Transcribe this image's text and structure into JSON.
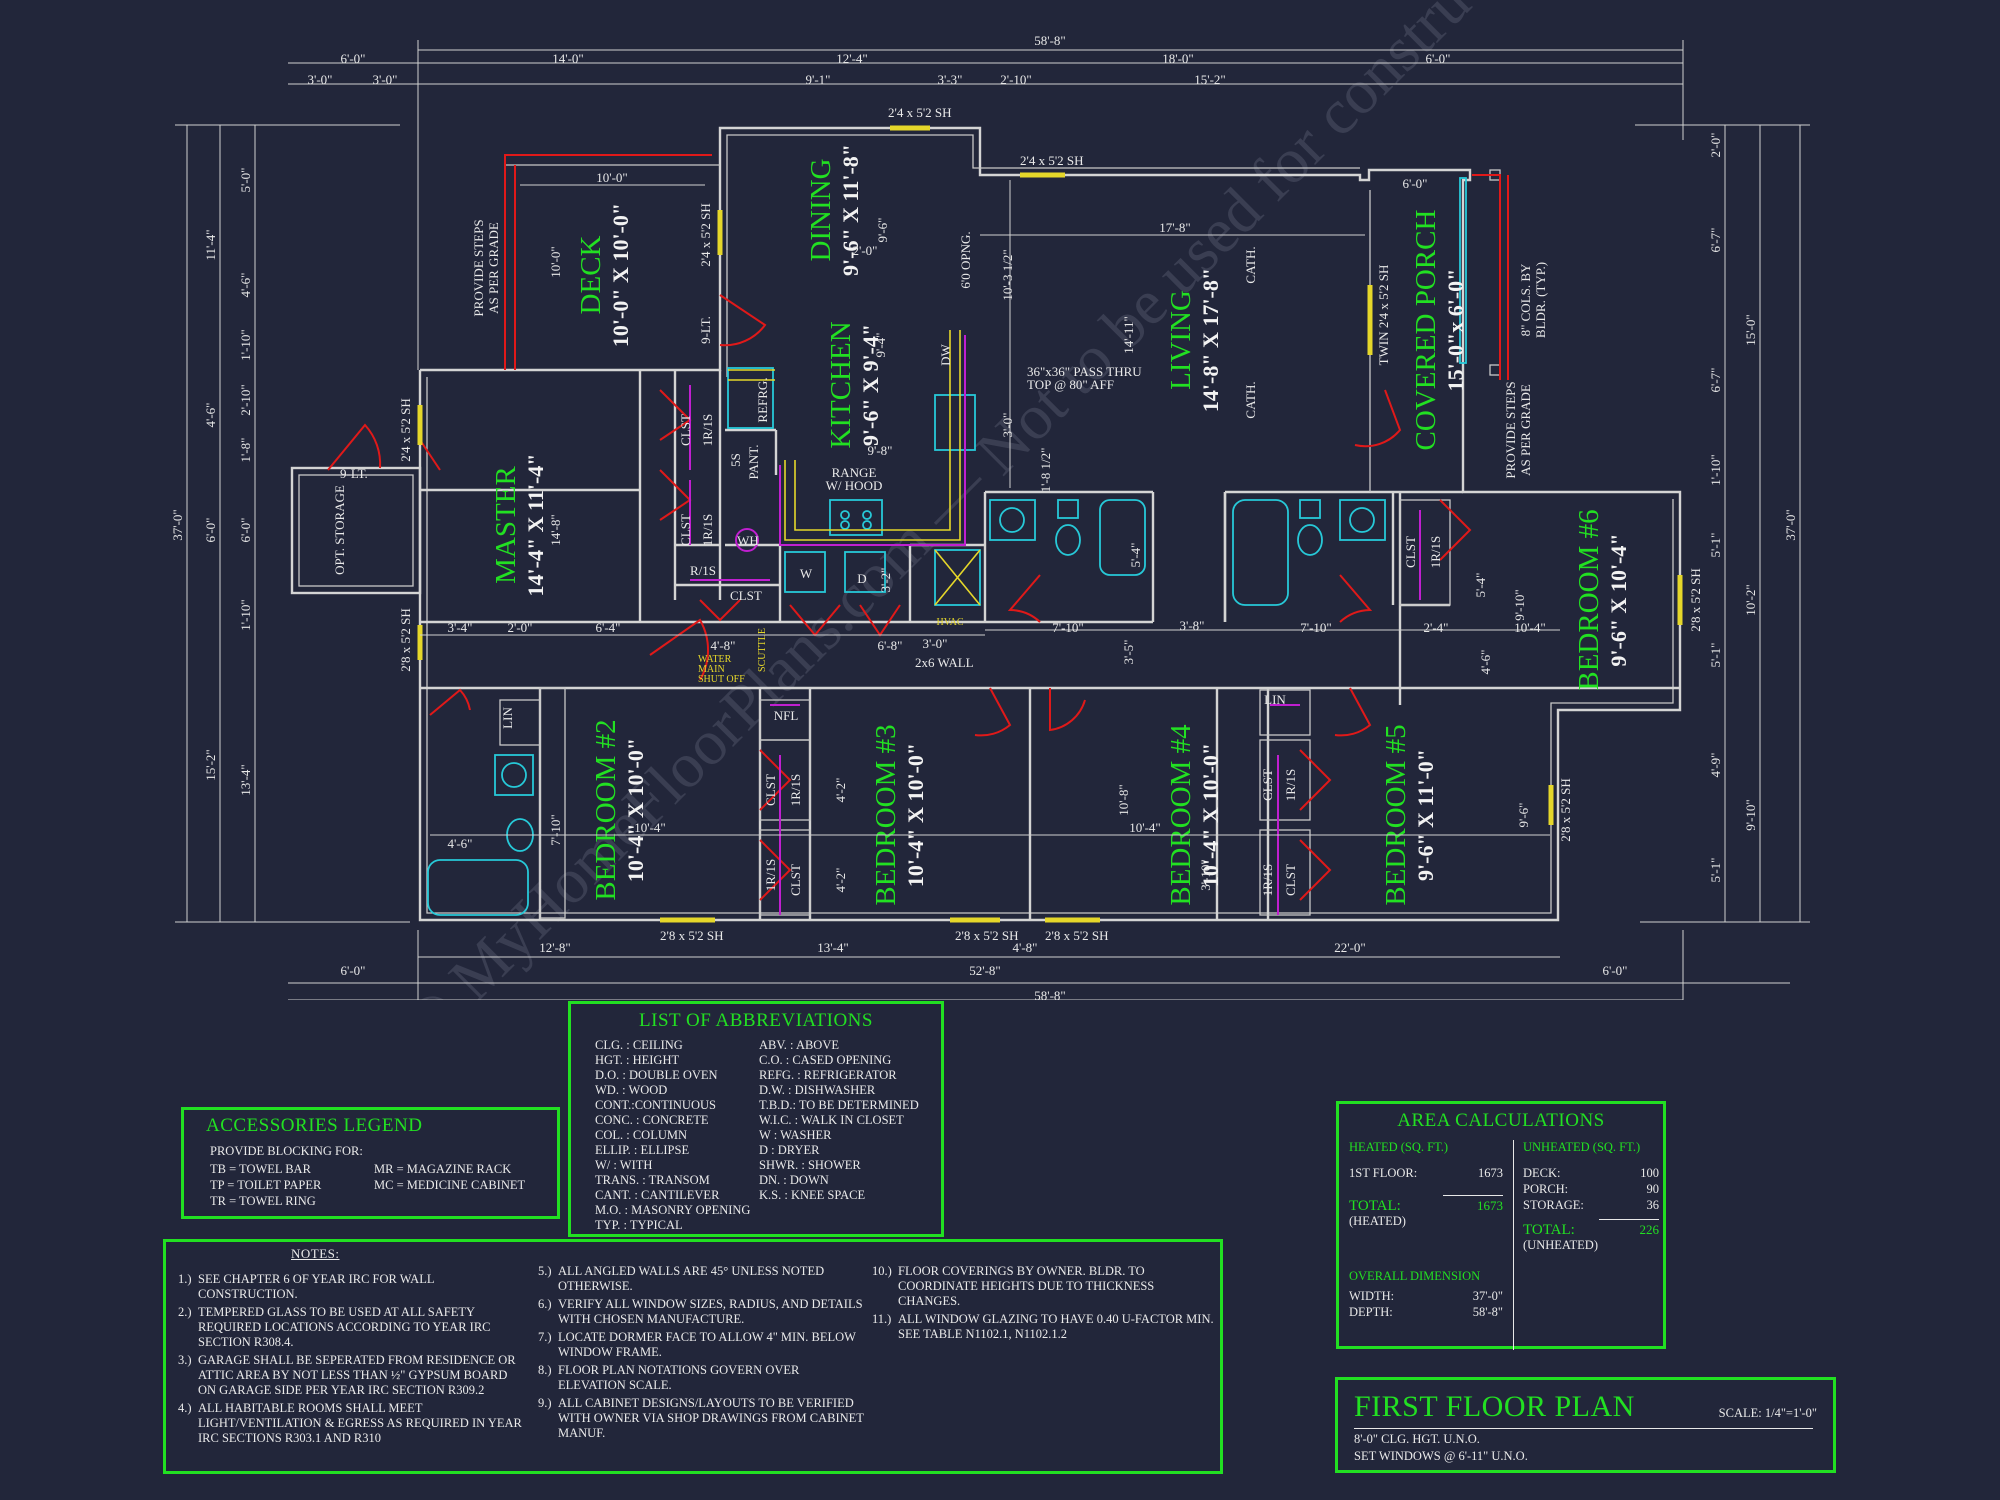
{
  "plan": {
    "rooms": {
      "deck": {
        "name": "DECK",
        "size": "10'-0\" X 10'-0\""
      },
      "dining": {
        "name": "DINING",
        "size": "9'-6\" X 11'-8\""
      },
      "kitchen": {
        "name": "KITCHEN",
        "size": "9'-6\" X 9'-4\""
      },
      "living": {
        "name": "LIVING",
        "size": "14'-8\" X 17'-8\""
      },
      "porch": {
        "name": "COVERED PORCH",
        "size": "15'-0\"x 6'-0\""
      },
      "master": {
        "name": "MASTER",
        "size": "14'-4\" X 11'-4\""
      },
      "bedroom2": {
        "name": "BEDROOM #2",
        "size": "10'-4\" X 10'-0\""
      },
      "bedroom3": {
        "name": "BEDROOM #3",
        "size": "10'-4\" X 10'-0\""
      },
      "bedroom4": {
        "name": "BEDROOM #4",
        "size": "10'-4\" X 10'-0\""
      },
      "bedroom5": {
        "name": "BEDROOM #5",
        "size": "9'-6\" X 11'-0\""
      },
      "bedroom6": {
        "name": "BEDROOM #6",
        "size": "9'-6\" X 10'-4\""
      }
    },
    "labels": {
      "opt_storage": "OPT. STORAGE",
      "steps_left_1": "PROVIDE STEPS",
      "steps_left_2": "AS PER GRADE",
      "steps_right_1": "PROVIDE STEPS",
      "steps_right_2": "AS PER GRADE",
      "cols_1": "8\" COLS. BY",
      "cols_2": "BLDR. (TYP.)",
      "pass_thru_1": "36\"x36\" PASS THRU",
      "pass_thru_2": "TOP @ 80\" AFF",
      "range_1": "RANGE",
      "range_2": "W/ HOOD",
      "refrg": "REFRG.",
      "pant": "PANT.",
      "ss": "5S",
      "dw": "DW",
      "wh": "WH",
      "w": "W",
      "d": "D",
      "hvac": "HVAC",
      "water_1": "WATER",
      "water_2": "MAIN",
      "water_3": "SHUT OFF",
      "scuttle": "SCUTTLE",
      "wall_2x6": "2x6 WALL",
      "clst": "CLST",
      "ris": "1R/1S",
      "ris2": "R/1S",
      "lin": "LIN",
      "nfl": "NFL",
      "cath": "CATH.",
      "opng": "6'0 OPNG.",
      "nine_lt": "9-LT.",
      "twin_sh": "TWIN 2'4 x 5'2 SH",
      "sh_top1": "2'4 x 5'2 SH",
      "sh_top2": "2'4 x 5'2 SH",
      "sh_dining": "2'4 x 5'2 SH",
      "sh_master": "2'4 x 5'2 SH",
      "sh_storage": "2'8 x 5'2 SH",
      "sh_bed6": "2'8 x 5'2 SH",
      "sh_bed5": "2'8 x 5'2 SH",
      "sh_b1": "2'8 x 5'2 SH",
      "sh_b2": "2'8 x 5'2 SH",
      "sh_b3": "2'8 x 5'2 SH"
    },
    "dims": {
      "overall_top": "58'-8\"",
      "overall_bottom": "58'-8\"",
      "bottom_mid": "52'-8\"",
      "top": [
        "6'-0\"",
        "14'-0\"",
        "12'-4\"",
        "18'-0\"",
        "6'-0\""
      ],
      "top2": [
        "3'-0\"",
        "3'-0\"",
        "9'-1\"",
        "3'-3\"",
        "2'-10\"",
        "15'-2\""
      ],
      "bottom": [
        "6'-0\"",
        "12'-8\"",
        "13'-4\"",
        "4'-8\"",
        "22'-0\"",
        "6'-0\""
      ],
      "left_outer": "37'-0\"",
      "left_mid": [
        "11'-4\"",
        "4'-6\"",
        "6'-0\"",
        "15'-2\""
      ],
      "left_inner": [
        "5'-0\"",
        "4'-6\"",
        "1'-10\"",
        "2'-10\"",
        "1'-8\"",
        "6'-0\"",
        "1'-10\"",
        "13'-4\""
      ],
      "right_outer": "37'-0\"",
      "right_mid": [
        "15'-0\"",
        "10'-2\"",
        "9'-10\""
      ],
      "right_inner": [
        "2'-0\"",
        "6'-7\"",
        "6'-7\"",
        "1'-10\"",
        "5'-1\"",
        "5'-1\"",
        "4'-9\"",
        "5'-1\""
      ],
      "interior": [
        "10'-0\"",
        "10'-0\"",
        "17'-8\"",
        "6'-0\"",
        "10'-3 1/2\"",
        "14'-11\"",
        "14'-8\"",
        "3'-4\"",
        "2'-0\"",
        "6'-4\"",
        "4'-8\"",
        "6'-8\"",
        "3'-0\"",
        "7'-10\"",
        "3'-8\"",
        "7'-10\"",
        "2'-4\"",
        "10'-4\"",
        "3'-5\"",
        "4'-6\"",
        "9'-10\"",
        "5'-4\"",
        "5'-4\"",
        "7'-10\"",
        "10'-4\"",
        "4'-2\"",
        "4'-2\"",
        "10'-8\"",
        "10'-4\"",
        "3'-10\"",
        "9'-6\"",
        "9'-4\"",
        "3'-2\"",
        "1'-8 1/2\"",
        "3'-0\"",
        "9'-8\"",
        "2'-0\"",
        "9'-6\""
      ]
    },
    "watermark": "© MyHomeFloorPlans.com — Not to be used for construction / simulations"
  },
  "abbreviations": {
    "title": "LIST OF ABBREVIATIONS",
    "left": [
      "CLG. : CEILING",
      "HGT. : HEIGHT",
      "D.O. : DOUBLE OVEN",
      "WD. : WOOD",
      "CONT.:CONTINUOUS",
      "CONC. : CONCRETE",
      "COL. : COLUMN",
      "ELLIP. : ELLIPSE",
      "W/ : WITH",
      "TRANS. : TRANSOM",
      "CANT. : CANTILEVER",
      "M.O. : MASONRY OPENING",
      "TYP. : TYPICAL"
    ],
    "right": [
      "ABV. : ABOVE",
      "C.O. : CASED OPENING",
      "REFG. : REFRIGERATOR",
      "D.W. : DISHWASHER",
      "T.B.D.: TO BE DETERMINED",
      "W.I.C. : WALK IN CLOSET",
      "W : WASHER",
      "D : DRYER",
      "SHWR. : SHOWER",
      "DN. : DOWN",
      "K.S. : KNEE SPACE"
    ]
  },
  "accessories": {
    "title": "ACCESSORIES LEGEND",
    "intro": "PROVIDE BLOCKING FOR:",
    "left": [
      "TB = TOWEL BAR",
      "TP = TOILET PAPER",
      "TR = TOWEL RING"
    ],
    "right": [
      "MR = MAGAZINE RACK",
      "MC = MEDICINE CABINET"
    ]
  },
  "notes": {
    "title": "NOTES:",
    "col1": [
      {
        "n": "1.)",
        "t": "SEE CHAPTER 6 OF YEAR IRC FOR WALL CONSTRUCTION."
      },
      {
        "n": "2.)",
        "t": "TEMPERED GLASS TO BE USED AT ALL SAFETY REQUIRED LOCATIONS ACCORDING TO YEAR IRC SECTION R308.4."
      },
      {
        "n": "3.)",
        "t": "GARAGE SHALL BE SEPERATED FROM RESIDENCE OR ATTIC AREA BY NOT LESS THAN ½\" GYPSUM BOARD ON GARAGE SIDE PER YEAR IRC SECTION R309.2"
      },
      {
        "n": "4.)",
        "t": "ALL HABITABLE ROOMS SHALL MEET LIGHT/VENTILATION & EGRESS AS REQUIRED IN YEAR IRC SECTIONS R303.1 AND R310"
      }
    ],
    "col2": [
      {
        "n": "5.)",
        "t": "ALL ANGLED WALLS ARE 45° UNLESS NOTED OTHERWISE."
      },
      {
        "n": "6.)",
        "t": "VERIFY ALL WINDOW SIZES, RADIUS, AND DETAILS WITH CHOSEN MANUFACTURE."
      },
      {
        "n": "7.)",
        "t": "LOCATE DORMER FACE TO ALLOW 4\" MIN. BELOW WINDOW FRAME."
      },
      {
        "n": "8.)",
        "t": "FLOOR PLAN NOTATIONS GOVERN OVER ELEVATION SCALE."
      },
      {
        "n": "9.)",
        "t": "ALL CABINET DESIGNS/LAYOUTS TO BE VERIFIED WITH OWNER VIA SHOP DRAWINGS FROM CABINET MANUF."
      }
    ],
    "col3": [
      {
        "n": "10.)",
        "t": "FLOOR COVERINGS BY OWNER. BLDR. TO COORDINATE HEIGHTS DUE TO THICKNESS CHANGES."
      },
      {
        "n": "11.)",
        "t": "ALL WINDOW GLAZING TO HAVE 0.40 U-FACTOR MIN.  SEE TABLE N1102.1, N1102.1.2"
      }
    ]
  },
  "area": {
    "title": "AREA CALCULATIONS",
    "heated_h": "HEATED (SQ. FT.)",
    "unheated_h": "UNHEATED (SQ. FT.)",
    "heated": [
      {
        "label": "1ST FLOOR:",
        "value": "1673"
      }
    ],
    "heated_total_label": "TOTAL:",
    "heated_total_value": "1673",
    "heated_total_sub": "(HEATED)",
    "unheated": [
      {
        "label": "DECK:",
        "value": "100"
      },
      {
        "label": "PORCH:",
        "value": "90"
      },
      {
        "label": "STORAGE:",
        "value": "36"
      }
    ],
    "unheated_total_label": "TOTAL:",
    "unheated_total_value": "226",
    "unheated_total_sub": "(UNHEATED)",
    "overall_h": "OVERALL DIMENSION",
    "width_label": "WIDTH:",
    "width_value": "37'-0\"",
    "depth_label": "DEPTH:",
    "depth_value": "58'-8\""
  },
  "titleblock": {
    "title": "FIRST FLOOR PLAN",
    "scale": "SCALE: 1/4\"=1'-0\"",
    "line1": "8'-0\" CLG. HGT. U.N.O.",
    "line2": "SET WINDOWS @ 6'-11\" U.N.O."
  }
}
